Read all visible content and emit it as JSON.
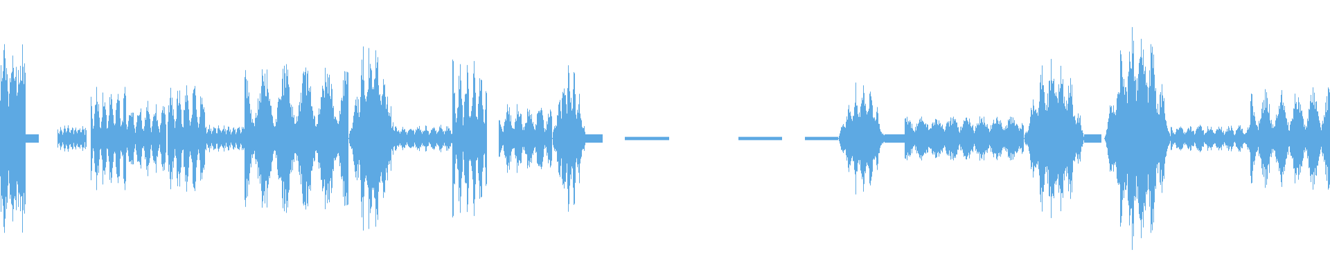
{
  "waveform": {
    "color": "#5DA9E3",
    "background": "#ffffff",
    "segments": [
      {
        "start": 0.0,
        "end": 0.0195,
        "amp": 0.72,
        "shape": "burst"
      },
      {
        "start": 0.0195,
        "end": 0.029,
        "amp": 0.03,
        "shape": "flat"
      },
      {
        "start": 0.043,
        "end": 0.065,
        "amp": 0.1,
        "shape": "texture"
      },
      {
        "start": 0.068,
        "end": 0.095,
        "amp": 0.4,
        "shape": "cluster"
      },
      {
        "start": 0.095,
        "end": 0.125,
        "amp": 0.28,
        "shape": "cluster"
      },
      {
        "start": 0.126,
        "end": 0.155,
        "amp": 0.42,
        "shape": "cluster"
      },
      {
        "start": 0.155,
        "end": 0.184,
        "amp": 0.1,
        "shape": "texture"
      },
      {
        "start": 0.184,
        "end": 0.262,
        "amp": 0.55,
        "shape": "cluster"
      },
      {
        "start": 0.262,
        "end": 0.296,
        "amp": 0.8,
        "shape": "lobe"
      },
      {
        "start": 0.283,
        "end": 0.297,
        "amp": 0.4,
        "shape": "lobe"
      },
      {
        "start": 0.296,
        "end": 0.34,
        "amp": 0.1,
        "shape": "texture"
      },
      {
        "start": 0.34,
        "end": 0.366,
        "amp": 0.58,
        "shape": "cluster"
      },
      {
        "start": 0.375,
        "end": 0.415,
        "amp": 0.28,
        "shape": "cluster"
      },
      {
        "start": 0.415,
        "end": 0.44,
        "amp": 0.58,
        "shape": "lobe"
      },
      {
        "start": 0.44,
        "end": 0.453,
        "amp": 0.03,
        "shape": "flat"
      },
      {
        "start": 0.47,
        "end": 0.503,
        "amp": 0.012,
        "shape": "flat"
      },
      {
        "start": 0.555,
        "end": 0.588,
        "amp": 0.012,
        "shape": "flat"
      },
      {
        "start": 0.605,
        "end": 0.63,
        "amp": 0.012,
        "shape": "flat"
      },
      {
        "start": 0.63,
        "end": 0.665,
        "amp": 0.45,
        "shape": "lobe"
      },
      {
        "start": 0.665,
        "end": 0.68,
        "amp": 0.03,
        "shape": "flat"
      },
      {
        "start": 0.68,
        "end": 0.77,
        "amp": 0.17,
        "shape": "texture"
      },
      {
        "start": 0.77,
        "end": 0.815,
        "amp": 0.68,
        "shape": "lobe"
      },
      {
        "start": 0.815,
        "end": 0.828,
        "amp": 0.03,
        "shape": "flat"
      },
      {
        "start": 0.83,
        "end": 0.88,
        "amp": 0.92,
        "shape": "lobe"
      },
      {
        "start": 0.88,
        "end": 0.94,
        "amp": 0.1,
        "shape": "texture"
      },
      {
        "start": 0.94,
        "end": 1.0,
        "amp": 0.38,
        "shape": "cluster"
      }
    ]
  }
}
